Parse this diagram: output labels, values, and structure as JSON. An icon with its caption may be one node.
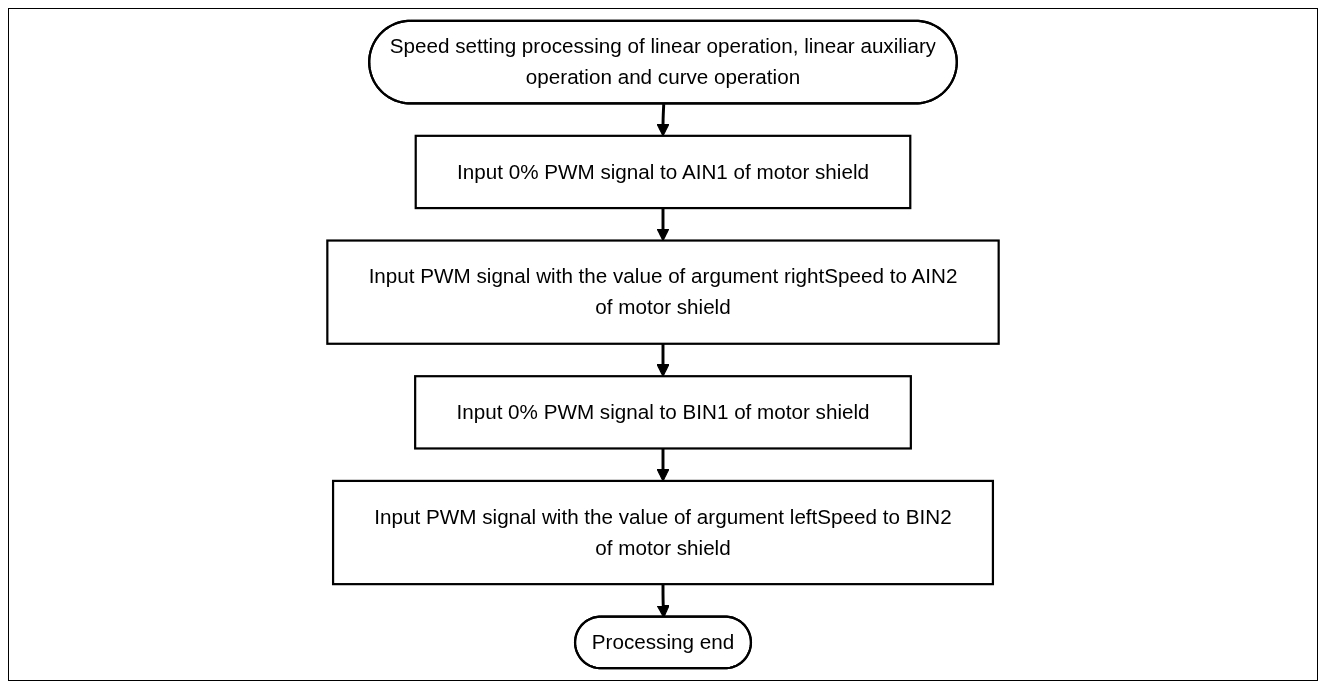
{
  "diagram": {
    "nodes": [
      {
        "text": [
          "Speed setting processing of linear operation, linear auxiliary operation and curve operation"
        ]
      },
      {
        "text": [
          "Input 0% PWM signal to AIN1 of motor shield"
        ]
      },
      {
        "text": [
          "Input PWM signal with the value of argument rightSpeed to AIN2 of motor shield"
        ]
      },
      {
        "text": [
          "Input 0% PWM signal to BIN1 of motor shield"
        ]
      },
      {
        "text": [
          "Input PWM signal with the value of argument leftSpeed to BIN2 of motor shield"
        ]
      },
      {
        "text": [
          "Processing end"
        ]
      }
    ],
    "edges": [
      {
        "from": 0,
        "to": 1,
        "arrow": "to"
      },
      {
        "from": 1,
        "to": 2,
        "arrow": "to"
      },
      {
        "from": 2,
        "to": 3,
        "arrow": "to"
      },
      {
        "from": 3,
        "to": 4,
        "arrow": "to"
      },
      {
        "from": 4,
        "to": 5,
        "arrow": "to"
      }
    ]
  }
}
